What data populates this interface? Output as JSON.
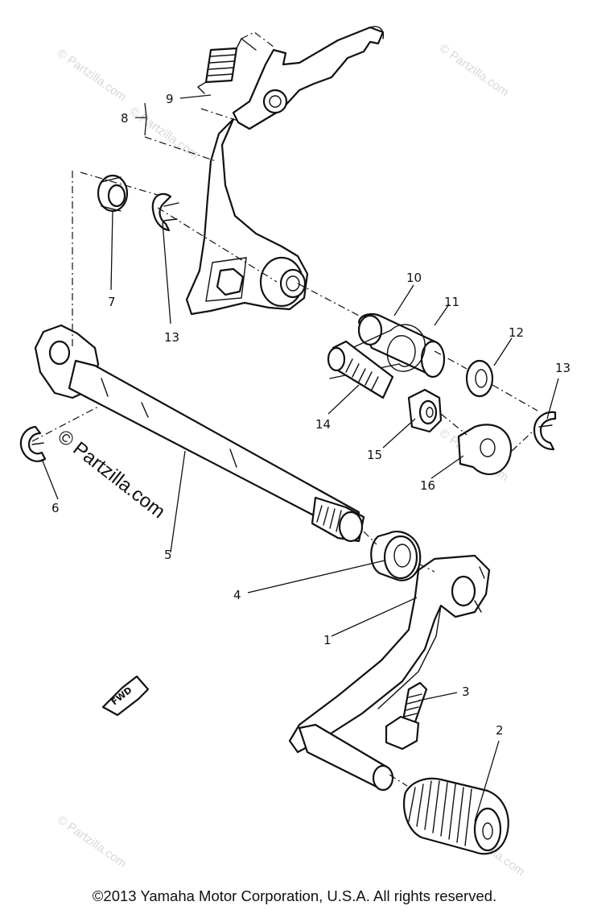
{
  "callouts": [
    {
      "label": "1"
    },
    {
      "label": "2"
    },
    {
      "label": "3"
    },
    {
      "label": "4"
    },
    {
      "label": "5"
    },
    {
      "label": "6"
    },
    {
      "label": "7"
    },
    {
      "label": "8"
    },
    {
      "label": "9"
    },
    {
      "label": "10"
    },
    {
      "label": "11"
    },
    {
      "label": "12"
    },
    {
      "label": "13"
    },
    {
      "label": "13"
    },
    {
      "label": "14"
    },
    {
      "label": "15"
    },
    {
      "label": "16"
    }
  ],
  "fwd_label": "FWD",
  "watermark": "© Partzilla.com",
  "copyright": "©2013  Yamaha Motor Corporation, U.S.A. All rights reserved."
}
